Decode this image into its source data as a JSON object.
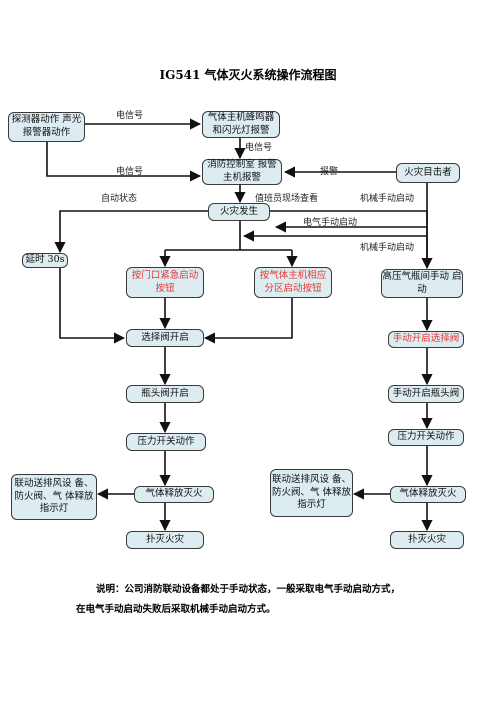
{
  "title": "IG541 气体灭火系统操作流程图",
  "nodes": {
    "detector": "探测器动作 声光报警器动作",
    "host_buzzer": "气体主机蜂鸣器 和闪光灯报警",
    "control_room": "消防控制室 报警主机报警",
    "witness": "火灾目击者",
    "fire": "火灾发生",
    "delay": "延时 30s",
    "door_button": "按门口紧急启动 按钮",
    "host_zone_button": "按气体主机相应 分区启动按钮",
    "hp_manual": "高压气瓶间手动 启动",
    "selector_open": "选择阀开启",
    "manual_selector": "手动开启选择阀",
    "valve_open": "瓶头阀开启",
    "manual_valve": "手动开启瓶头阀",
    "pressure_left": "压力开关动作",
    "pressure_right": "压力开关动作",
    "linkage_left": "联动送排风设 备、防火阀、气 体释放指示灯",
    "linkage_right": "联动送排风设 备、防火阀、气 体释放指示灯",
    "release_left": "气体释放灭火",
    "release_right": "气体释放灭火",
    "extinguish_left": "扑灭火灾",
    "extinguish_right": "扑灭火灾"
  },
  "labels": {
    "electric_signal_1": "电信号",
    "electric_signal_2": "电信号",
    "electric_signal_3": "电信号",
    "alarm": "报警",
    "auto_state": "自动状态",
    "duty_check": "值班员现场查看",
    "mech_manual_1": "机械手动启动",
    "elec_manual": "电气手动启动",
    "mech_manual_2": "机械手动启动"
  },
  "notes": {
    "line1": "说明：公司消防联动设备都处于手动状态，一般采取电气手动启动方式，",
    "line2": "在电气手动启动失败后采取机械手动启动方式。"
  },
  "colors": {
    "box_fill": "#dcecf1",
    "box_border": "#3a3a3a",
    "red_text": "#e53935"
  }
}
